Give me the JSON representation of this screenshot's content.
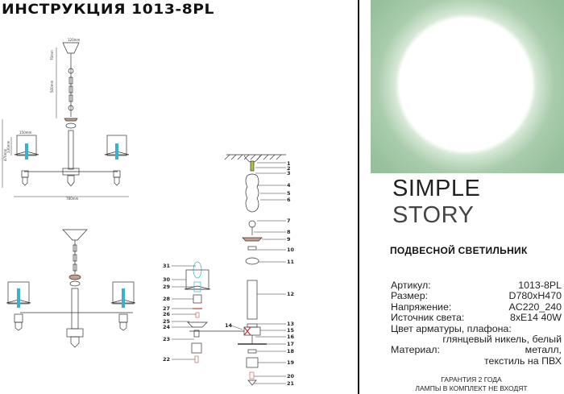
{
  "header": {
    "title": "ИНСТРУКЦИЯ 1013-8PL"
  },
  "brand": {
    "name_bold": "SIMPLE",
    "name_light": "STORY"
  },
  "product": {
    "type": "ПОДВЕСНОЙ СВЕТИЛЬНИК",
    "specs": [
      {
        "label": "Артикул:",
        "value": "1013-8PL"
      },
      {
        "label": "Размер:",
        "value": "D780xH470"
      },
      {
        "label": "Напряжение:",
        "value": "AC220_240"
      },
      {
        "label": "Источник света:",
        "value": "8xE14 40W"
      }
    ],
    "color_label": "Цвет арматуры, плафона:",
    "color_value": "глянцевый никель, белый",
    "material_label": "Материал:",
    "material_value_1": "металл,",
    "material_value_2": "текстиль на ПВХ"
  },
  "footer": {
    "warranty": "ГАРАНТИЯ 2 ГОДА",
    "lamps_note": "ЛАМПЫ В КОМПЛЕКТ НЕ ВХОДЯТ"
  },
  "drawing": {
    "dimensions": {
      "canopy": "120mm",
      "stem": "70mm",
      "chain": "500mm",
      "height": "470mm",
      "shade_w": "150mm",
      "shade_h": "130mm",
      "width": "780mm"
    },
    "part_numbers": [
      "1",
      "2",
      "3",
      "4",
      "5",
      "6",
      "7",
      "8",
      "9",
      "10",
      "11",
      "12",
      "13",
      "14",
      "15",
      "16",
      "17",
      "18",
      "19",
      "20",
      "21",
      "22",
      "23",
      "24",
      "25",
      "26",
      "27",
      "28",
      "29",
      "30",
      "31"
    ]
  },
  "colors": {
    "photo_bg": "#96bf9b",
    "bulb": "#3ab0d0",
    "accent_part": "#c8695a"
  }
}
